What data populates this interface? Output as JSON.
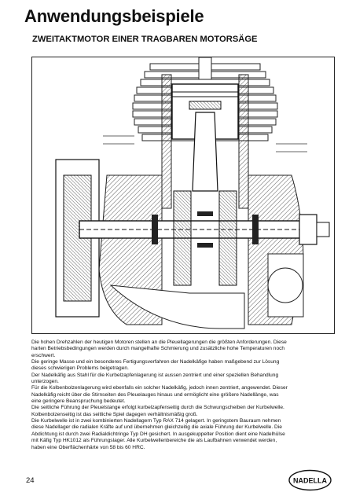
{
  "page": {
    "title": "Anwendungsbeispiele",
    "subtitle": "ZWEITAKTMOTOR EINER TRAGBAREN MOTORSÄGE",
    "page_number": "24"
  },
  "body": {
    "lines": [
      "Die hohen Drehzahlen der heutigen Motoren stellen an die Pleuellagerungen die größten Anforderungen. Diese",
      "harten Betriebsbedingungen werden durch mangelhafte Schmierung und zusätzliche hohe Temperaturen noch",
      "erschwert.",
      "Die geringe Masse und ein besonderes Fertigungsverfahren der Nadelkäfige haben maßgebend zur Lösung",
      "dieses schwierigen Problems beigetragen.",
      "Der Nadelkäfig aus Stahl für die Kurbelzapfenlagerung ist aussen zentriert und einer speziellen Behandlung",
      "unterzogen.",
      "Für die Kolbenbolzenlagerung wird ebenfalls ein solcher Nadelkäfig, jedoch innen zentriert, angewendet. Dieser",
      "Nadelkäfig reicht über die Stirnseiten des Pleuelauges hinaus und ermöglicht eine größere Nadellänge, was",
      "eine geringere Beanspruchung bedeutet.",
      "Die seitliche Führung der Pleuelstange erfolgt kurbelzapfenseitig durch die Schwungscheiben der Kurbelwelle.",
      "Kolbenbolzenseitig ist das seitliche Spiel dagegen verhältnismäßig groß.",
      "Die Kurbelwelle ist in zwei kombinierten Nadellagern Typ RAX 714 gelagert. In geringstem Bauraum nehmen",
      "diese Nadellager die radialen Kräfte auf und übernehmen gleichzeitig die axiale Führung der Kurbelwelle. Die",
      "Abdichtung ist durch zwei Radialdichtringe Typ DH gesichert. In ausgekuppelter Position dient eine Nadelhülse",
      "mit Käfig Typ HK1012 als Führungslager. Alle Kurbelwellenbereiche die als Laufbahnen verwendet werden,",
      "haben eine Oberflächenhärte von 58 bis 60 HRC."
    ]
  },
  "logo": {
    "text": "NADELLA"
  }
}
